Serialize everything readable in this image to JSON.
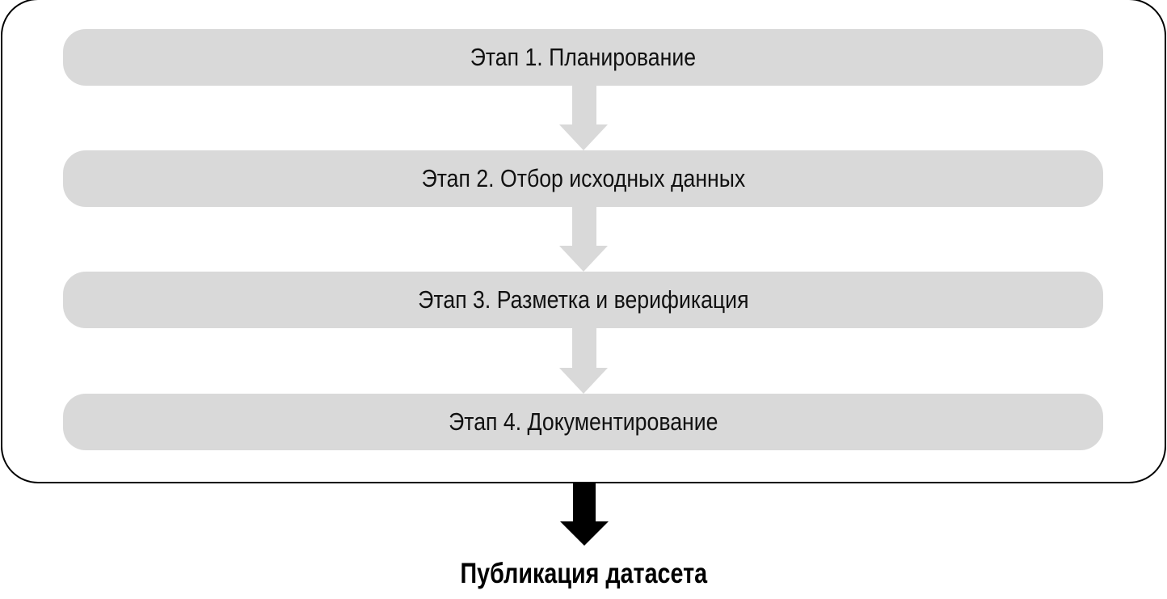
{
  "stages": [
    {
      "label": "Этап 1. Планирование"
    },
    {
      "label": "Этап 2. Отбор исходных данных"
    },
    {
      "label": "Этап 3. Разметка и верификация"
    },
    {
      "label": "Этап 4. Документирование"
    }
  ],
  "result": {
    "label": "Публикация датасета"
  },
  "colors": {
    "stage_fill": "#d9d9d9",
    "connector": "#d9d9d9",
    "output_arrow": "#000000"
  }
}
